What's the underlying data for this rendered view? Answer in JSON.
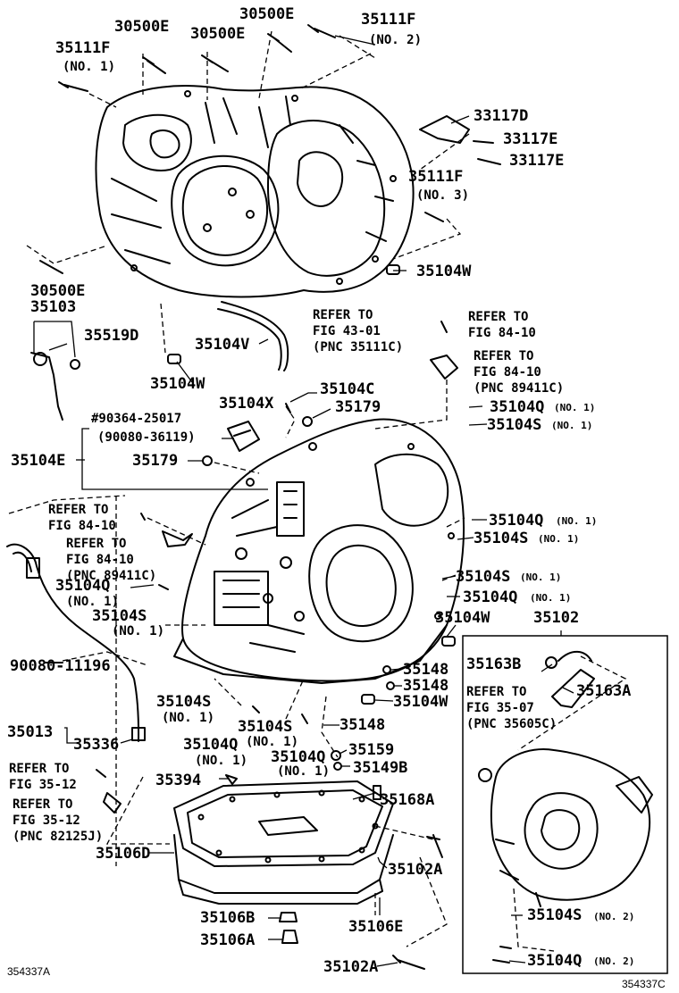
{
  "diagram": {
    "figure_id_left": "354337A",
    "figure_id_right": "354337C",
    "labels": {
      "p30500E_a": "30500E",
      "p30500E_b": "30500E",
      "p30500E_c": "30500E",
      "p30500E_d": "30500E",
      "p35111F_1": "35111F",
      "p35111F_1_no": "(NO. 1)",
      "p35111F_2": "35111F",
      "p35111F_2_no": "(NO. 2)",
      "p35111F_3": "35111F",
      "p35111F_3_no": "(NO. 3)",
      "p33117D": "33117D",
      "p33117E_a": "33117E",
      "p33117E_b": "33117E",
      "p35104W_a": "35104W",
      "p35104W_b": "35104W",
      "p35104W_c": "35104W",
      "p35104W_d": "35104W",
      "p35103": "35103",
      "p35519D": "35519D",
      "p35104V": "35104V",
      "p35104X": "35104X",
      "p35104C": "35104C",
      "p35179_a": "35179",
      "p35179_b": "35179",
      "p90364": "#90364-25017",
      "p90080_36119": "(90080-36119)",
      "p35104E": "35104E",
      "p35104Q_1a": "35104Q",
      "p35104Q_1a_no": "(NO. 1)",
      "p35104S_1a": "35104S",
      "p35104S_1a_no": "(NO. 1)",
      "p35104Q_1b": "35104Q",
      "p35104Q_1b_no": "(NO. 1)",
      "p35104S_1b": "35104S",
      "p35104S_1b_no": "(NO. 1)",
      "p35104S_1c": "35104S",
      "p35104S_1c_no": "(NO. 1)",
      "p35104Q_1c": "35104Q",
      "p35104Q_1c_no": "(NO. 1)",
      "p35104Q_l": "35104Q",
      "p35104Q_l_no": "(NO. 1)",
      "p35104S_l": "35104S",
      "p35104S_l_no": "(NO. 1)",
      "p35104S_b1": "35104S",
      "p35104S_b1_no": "(NO. 1)",
      "p35104S_b2": "35104S",
      "p35104S_b2_no": "(NO. 1)",
      "p35104Q_b1": "35104Q",
      "p35104Q_b1_no": "(NO. 1)",
      "p35104Q_b2": "35104Q",
      "p35104Q_b2_no": "(NO. 1)",
      "p35102": "35102",
      "p35148_a": "35148",
      "p35148_b": "35148",
      "p35148_c": "35148",
      "p35163B": "35163B",
      "p35163A": "35163A",
      "p90080_11196": "90080-11196",
      "p35013": "35013",
      "p35336": "35336",
      "p35159": "35159",
      "p35149B": "35149B",
      "p35394": "35394",
      "p35168A": "35168A",
      "p35106D": "35106D",
      "p35102A_a": "35102A",
      "p35102A_b": "35102A",
      "p35106B": "35106B",
      "p35106A": "35106A",
      "p35106E": "35106E",
      "p35104S_2": "35104S",
      "p35104S_2_no": "(NO. 2)",
      "p35104Q_2": "35104Q",
      "p35104Q_2_no": "(NO. 2)"
    },
    "refs": {
      "r43": [
        "REFER TO",
        "FIG 43-01",
        "(PNC 35111C)"
      ],
      "r84a": [
        "REFER TO",
        "FIG 84-10"
      ],
      "r84b": [
        "REFER TO",
        "FIG 84-10",
        "(PNC 89411C)"
      ],
      "r84c": [
        "REFER TO",
        "FIG 84-10"
      ],
      "r84d": [
        "REFER TO",
        "FIG 84-10",
        "(PNC 89411C)"
      ],
      "r3507": [
        "REFER TO",
        "FIG 35-07",
        "(PNC 35605C)"
      ],
      "r3512a": [
        "REFER TO",
        "FIG 35-12"
      ],
      "r3512b": [
        "REFER TO",
        "FIG 35-12",
        "(PNC 82125J)"
      ]
    }
  }
}
